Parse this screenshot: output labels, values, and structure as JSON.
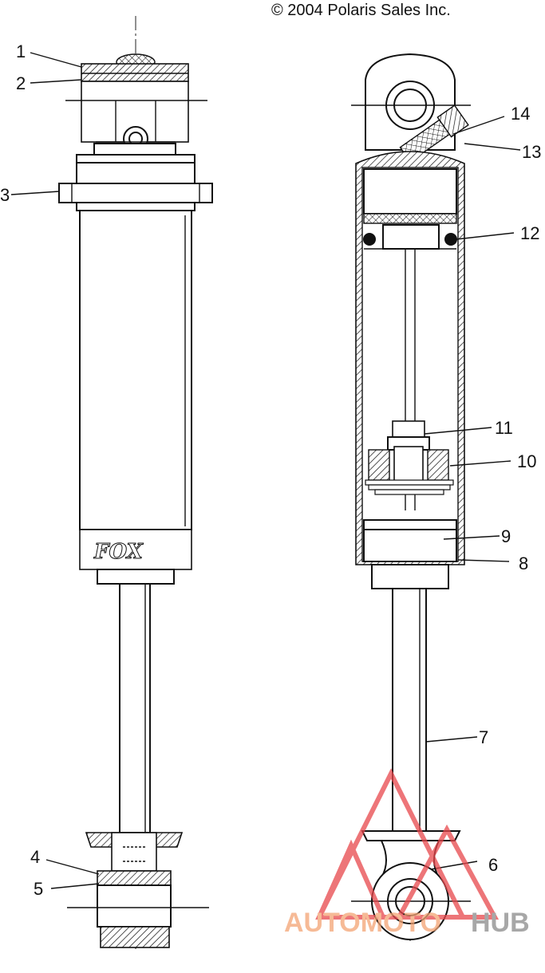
{
  "copyright": "© 2004 Polaris Sales Inc.",
  "logo_text": "FOX",
  "callouts": [
    {
      "id": "1",
      "label": "1"
    },
    {
      "id": "2",
      "label": "2"
    },
    {
      "id": "3",
      "label": "3"
    },
    {
      "id": "4",
      "label": "4"
    },
    {
      "id": "5",
      "label": "5"
    },
    {
      "id": "6",
      "label": "6"
    },
    {
      "id": "7",
      "label": "7"
    },
    {
      "id": "8",
      "label": "8"
    },
    {
      "id": "9",
      "label": "9"
    },
    {
      "id": "10",
      "label": "10"
    },
    {
      "id": "11",
      "label": "11"
    },
    {
      "id": "12",
      "label": "12"
    },
    {
      "id": "13",
      "label": "13"
    },
    {
      "id": "14",
      "label": "14"
    }
  ],
  "watermark": {
    "part1": "AUTOMOTO",
    "part2": "HUB",
    "color1": "#f4a373",
    "color2": "#8a8a8a",
    "triangle_color": "#e8474c"
  }
}
